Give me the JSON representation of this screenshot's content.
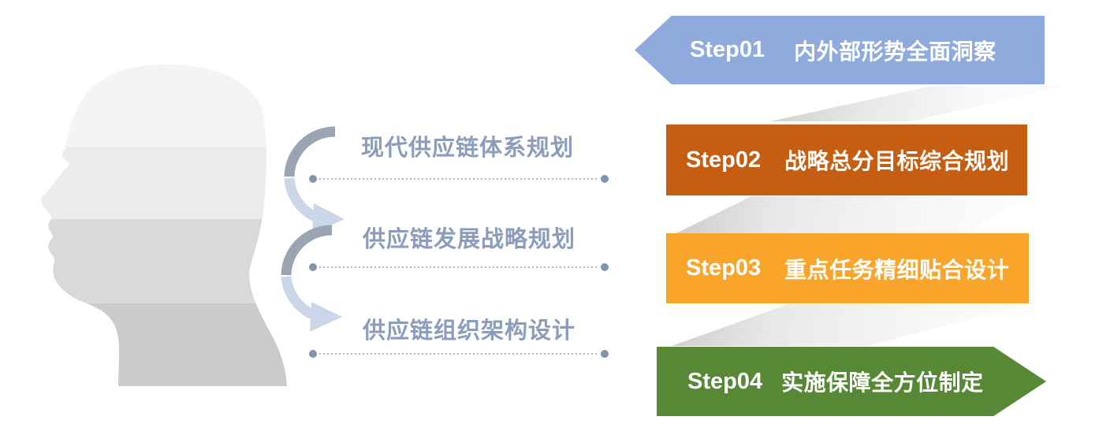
{
  "figure": {
    "planning_items": [
      "现代供应链体系规划",
      "供应链发展战略规划",
      "供应链组织架构设计"
    ],
    "steps": [
      {
        "label": "Step01",
        "title": "内外部形势全面洞察",
        "color": "#8FAADC"
      },
      {
        "label": "Step02",
        "title": "战略总分目标综合规划",
        "color": "#C55E11"
      },
      {
        "label": "Step03",
        "title": "重点任务精细贴合设计",
        "color": "#F9A42B"
      },
      {
        "label": "Step04",
        "title": "实施保障全方位制定",
        "color": "#578836"
      }
    ],
    "palette": {
      "banner_text": "#FFFFFF",
      "label_text": "#8B9DBB",
      "dotted_line": "#A9B8CF",
      "line_end_dot": "#8094B2",
      "arrow_dark": "#9AA4B3",
      "arrow_light": "#CBD6E8",
      "head_band_1": "#F4F4F4",
      "head_band_2": "#ECECEC",
      "head_band_3": "#D9D9DA",
      "head_band_4": "#CBCBCC"
    }
  }
}
